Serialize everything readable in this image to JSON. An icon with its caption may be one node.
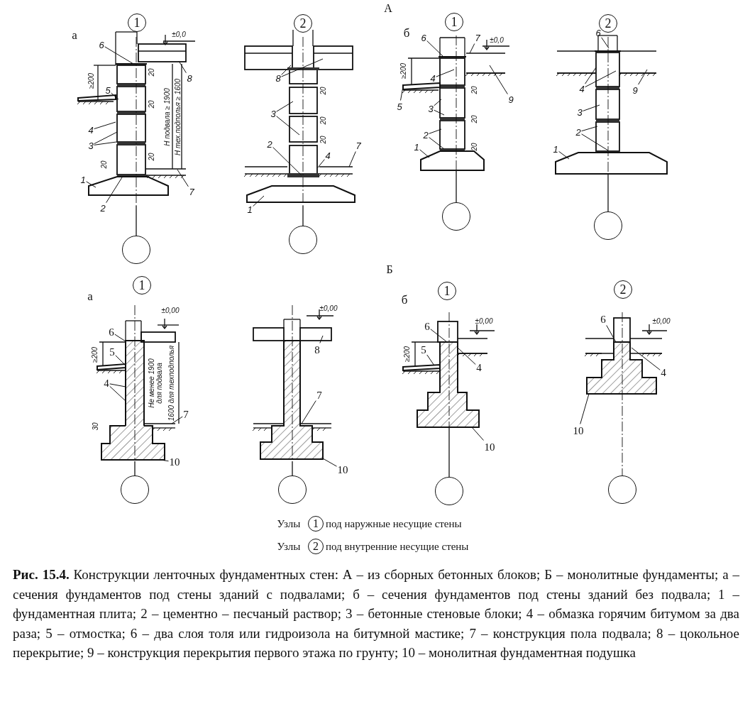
{
  "diagram": {
    "caption": "**Рис. 15.4.** Конструкции ленточных фундаментных стен: А – из сборных бетонных блоков; Б – монолитные фундаменты; а – сечения фундаментов под стены зданий с подвалами; б – сечения фундаментов под стены зданий без подвала; 1 – фундаментная плита; 2 – цементно – песчаный раствор; 3 – бетонные стеновые блоки; 4 – обмазка горячим битумом за два раза; 5 – отмостка; 6 – два слоя толя или гидроизола на битумной мастике; 7 – конструкция пола подвала; 8 – цокольное перекрытие; 9 – конструкция перекрытия первого этажа по грунту; 10 – монолитная фундаментная подушка",
    "nodes": [
      {
        "text": [
          "1"
        ]
      },
      {
        "text": [
          "2"
        ]
      },
      {
        "text": [
          "1"
        ]
      },
      {
        "text": [
          "2"
        ]
      },
      {
        "text": [
          "6"
        ]
      },
      {
        "text": [
          "8"
        ]
      },
      {
        "text": [
          "5"
        ]
      },
      {
        "text": [
          "4"
        ]
      },
      {
        "text": [
          "3"
        ]
      },
      {
        "text": [
          "1"
        ]
      },
      {
        "text": [
          "2"
        ]
      },
      {
        "text": [
          "7"
        ]
      },
      {
        "text": [
          "8"
        ]
      },
      {
        "text": [
          "3"
        ]
      },
      {
        "text": [
          "2"
        ]
      },
      {
        "text": [
          "4"
        ]
      },
      {
        "text": [
          "7"
        ]
      },
      {
        "text": [
          "1"
        ]
      },
      {
        "text": [
          "6"
        ]
      },
      {
        "text": [
          "7"
        ]
      },
      {
        "text": [
          "4"
        ]
      },
      {
        "text": [
          "9"
        ]
      },
      {
        "text": [
          "5"
        ]
      },
      {
        "text": [
          "3"
        ]
      },
      {
        "text": [
          "2"
        ]
      },
      {
        "text": [
          "1"
        ]
      },
      {
        "text": [
          "6"
        ]
      },
      {
        "text": [
          "4"
        ]
      },
      {
        "text": [
          "9"
        ]
      },
      {
        "text": [
          "3"
        ]
      },
      {
        "text": [
          "2"
        ]
      },
      {
        "text": [
          "1"
        ]
      },
      {
        "text": [],
        "shape": "circle"
      },
      {
        "text": [],
        "shape": "circle"
      },
      {
        "text": [],
        "shape": "circle"
      },
      {
        "text": [],
        "shape": "circle"
      },
      {
        "text": [
          "1"
        ]
      },
      {
        "text": [
          "1"
        ]
      },
      {
        "text": [
          "2"
        ]
      },
      {
        "text": [
          "6"
        ]
      },
      {
        "text": [
          "5"
        ]
      },
      {
        "text": [
          "4"
        ]
      },
      {
        "text": [
          "7"
        ]
      },
      {
        "text": [
          "10"
        ]
      },
      {
        "text": [
          "8"
        ]
      },
      {
        "text": [
          "7"
        ]
      },
      {
        "text": [
          "10"
        ]
      },
      {
        "text": [
          "6"
        ]
      },
      {
        "text": [
          "5"
        ]
      },
      {
        "text": [
          "4"
        ]
      },
      {
        "text": [
          "10"
        ]
      },
      {
        "text": [
          "6"
        ]
      },
      {
        "text": [
          "4"
        ]
      },
      {
        "text": [
          "10"
        ]
      },
      {
        "text": [],
        "shape": "circle"
      },
      {
        "text": [],
        "shape": "circle"
      },
      {
        "text": [],
        "shape": "circle"
      },
      {
        "text": [],
        "shape": "circle"
      },
      {
        "text": [
          "1"
        ]
      },
      {
        "text": [
          "2"
        ]
      },
      {
        "text": [],
        "shape": "picture"
      },
      {
        "text": [],
        "shape": "picture"
      },
      {
        "text": [],
        "shape": "bar"
      },
      {
        "text": [],
        "shape": "picture"
      },
      {
        "text": [],
        "shape": "bar"
      }
    ],
    "edges": [
      {
        "from": 4,
        "to": null,
        "arrow": "none"
      },
      {
        "from": 5,
        "to": null,
        "arrow": "none"
      },
      {
        "from": 6,
        "to": null,
        "arrow": "none"
      },
      {
        "from": 7,
        "to": null,
        "arrow": "none"
      },
      {
        "from": 8,
        "to": null,
        "arrow": "none"
      },
      {
        "from": 8,
        "to": null,
        "arrow": "none"
      },
      {
        "from": 9,
        "to": null,
        "arrow": "none"
      },
      {
        "from": 10,
        "to": null,
        "arrow": "none"
      },
      {
        "from": 11,
        "to": null,
        "arrow": "none"
      },
      {
        "from": 12,
        "to": null,
        "arrow": "none"
      },
      {
        "from": 12,
        "to": null,
        "arrow": "none"
      },
      {
        "from": 13,
        "to": null,
        "arrow": "none"
      },
      {
        "from": 13,
        "to": null,
        "arrow": "none"
      },
      {
        "from": 14,
        "to": null,
        "arrow": "none"
      },
      {
        "from": 15,
        "to": null,
        "arrow": "none"
      },
      {
        "from": 16,
        "to": null,
        "arrow": "none"
      },
      {
        "from": 17,
        "to": null,
        "arrow": "none"
      },
      {
        "from": 18,
        "to": null,
        "arrow": "none"
      },
      {
        "from": 19,
        "to": null,
        "arrow": "none"
      },
      {
        "from": 20,
        "to": null,
        "arrow": "none"
      },
      {
        "from": 21,
        "to": null,
        "arrow": "none"
      },
      {
        "from": 22,
        "to": 64,
        "arrow": "none"
      },
      {
        "from": 23,
        "to": null,
        "arrow": "none"
      },
      {
        "from": 23,
        "to": null,
        "arrow": "none"
      },
      {
        "from": 24,
        "to": null,
        "arrow": "none"
      },
      {
        "from": 24,
        "to": null,
        "arrow": "none"
      },
      {
        "from": 25,
        "to": null,
        "arrow": "none"
      },
      {
        "from": 26,
        "to": null,
        "arrow": "none"
      },
      {
        "from": 27,
        "to": null,
        "arrow": "none"
      },
      {
        "from": 27,
        "to": null,
        "arrow": "none"
      },
      {
        "from": 28,
        "to": null,
        "arrow": "none"
      },
      {
        "from": 29,
        "to": null,
        "arrow": "none"
      },
      {
        "from": 30,
        "to": null,
        "arrow": "none"
      },
      {
        "from": 30,
        "to": null,
        "arrow": "none"
      },
      {
        "from": 31,
        "to": null,
        "arrow": "none"
      },
      {
        "from": 39,
        "to": 60,
        "arrow": "none"
      },
      {
        "from": 40,
        "to": 62,
        "arrow": "none"
      },
      {
        "from": 41,
        "to": 60,
        "arrow": "none"
      },
      {
        "from": 41,
        "to": 60,
        "arrow": "none"
      },
      {
        "from": 42,
        "to": 63,
        "arrow": "none"
      },
      {
        "from": 43,
        "to": 61,
        "arrow": "none"
      },
      {
        "from": 44,
        "to": null,
        "arrow": "none"
      },
      {
        "from": 45,
        "to": null,
        "arrow": "none"
      },
      {
        "from": 46,
        "to": null,
        "arrow": "none"
      },
      {
        "from": 47,
        "to": null,
        "arrow": "none"
      },
      {
        "from": 48,
        "to": null,
        "arrow": "none"
      },
      {
        "from": 49,
        "to": null,
        "arrow": "none"
      },
      {
        "from": 50,
        "to": null,
        "arrow": "none"
      },
      {
        "from": 51,
        "to": null,
        "arrow": "none"
      },
      {
        "from": 52,
        "to": null,
        "arrow": "none"
      },
      {
        "from": 53,
        "to": null,
        "arrow": "none"
      }
    ],
    "labels": [
      "А",
      "а",
      "±0,0",
      "≥200",
      "20",
      "20",
      "H подвала ≥ 1900",
      "H тех.подполья ≥ 1600",
      "20",
      "20",
      "20",
      "20",
      "20",
      "б",
      "±0,0",
      "≥200",
      "20",
      "20",
      "20",
      "Б",
      "а",
      "±0,00",
      "≥200",
      "Не менее 1900 для подвала",
      "1600 для техподполья",
      "30",
      "±0,00",
      "б",
      "±0,00",
      "≥200",
      "±0,00",
      "Узлы",
      "под наружные несущие стены",
      "Узлы",
      "под внутренние несущие стены"
    ]
  }
}
